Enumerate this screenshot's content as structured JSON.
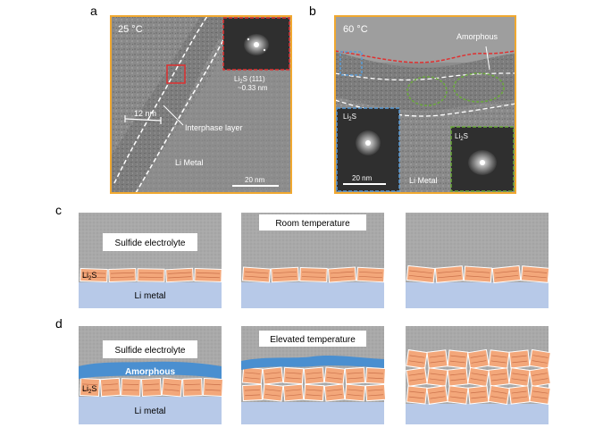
{
  "panels": {
    "a": {
      "letter": "a",
      "temp": "25 °C",
      "fft_label_main": "Li",
      "fft_label_sub": "2",
      "fft_label_rest": "S (111)",
      "d_spacing": "~0.33 nm",
      "thickness": "12 nm",
      "interphase": "Interphase  layer",
      "li_metal": "Li Metal",
      "scale": "20 nm"
    },
    "b": {
      "letter": "b",
      "temp": "60 °C",
      "amorphous": "Amorphous",
      "li2s_left_main": "Li",
      "li2s_left_sub": "2",
      "li2s_left_rest": "S",
      "li2s_right_main": "Li",
      "li2s_right_sub": "2",
      "li2s_right_rest": "S",
      "li_metal": "Li Metal",
      "scale": "20 nm"
    },
    "c": {
      "letter": "c",
      "electrolyte": "Sulfide electrolyte",
      "li2s_main": "Li",
      "li2s_sub": "2",
      "li2s_rest": "S",
      "li_metal": "Li metal",
      "condition": "Room temperature"
    },
    "d": {
      "letter": "d",
      "electrolyte": "Sulfide electrolyte",
      "amorphous": "Amorphous",
      "li2s_main": "Li",
      "li2s_sub": "2",
      "li2s_rest": "S",
      "li_metal": "Li metal",
      "condition": "Elevated temperature"
    }
  },
  "colors": {
    "frame": "#f0a830",
    "electrolyte": "#a8a8a8",
    "li_metal": "#b7c9e8",
    "li2s": "#f3a77a",
    "amorphous": "#4a8fd0",
    "red_dash": "#e03030",
    "blue_dash": "#5a9bd5",
    "green_dash": "#6aaa3a"
  }
}
